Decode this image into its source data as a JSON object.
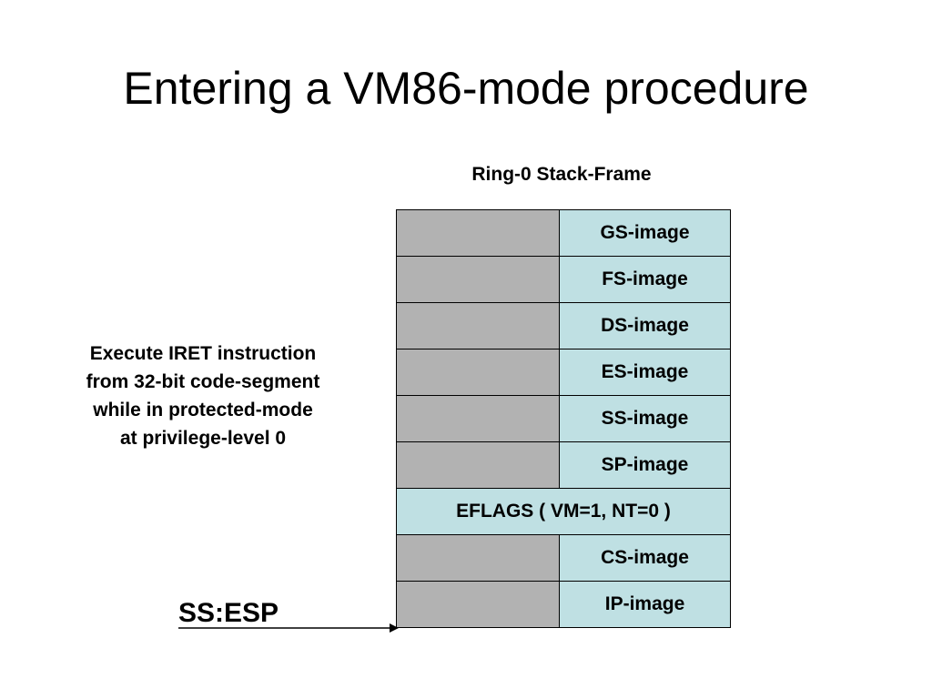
{
  "title": "Entering a VM86-mode procedure",
  "frame_title": "Ring-0 Stack-Frame",
  "stack_rows": [
    {
      "label": "GS-image",
      "full": false
    },
    {
      "label": "FS-image",
      "full": false
    },
    {
      "label": "DS-image",
      "full": false
    },
    {
      "label": "ES-image",
      "full": false
    },
    {
      "label": "SS-image",
      "full": false
    },
    {
      "label": "SP-image",
      "full": false
    },
    {
      "label": "EFLAGS ( VM=1, NT=0 )",
      "full": true
    },
    {
      "label": "CS-image",
      "full": false
    },
    {
      "label": "IP-image",
      "full": false
    }
  ],
  "note": "Execute IRET instruction\nfrom 32-bit code-segment\nwhile in protected-mode\nat privilege-level 0",
  "pointer_label": "SS:ESP",
  "colors": {
    "gray_cell": "#b2b2b2",
    "label_cell": "#bfe0e3"
  }
}
